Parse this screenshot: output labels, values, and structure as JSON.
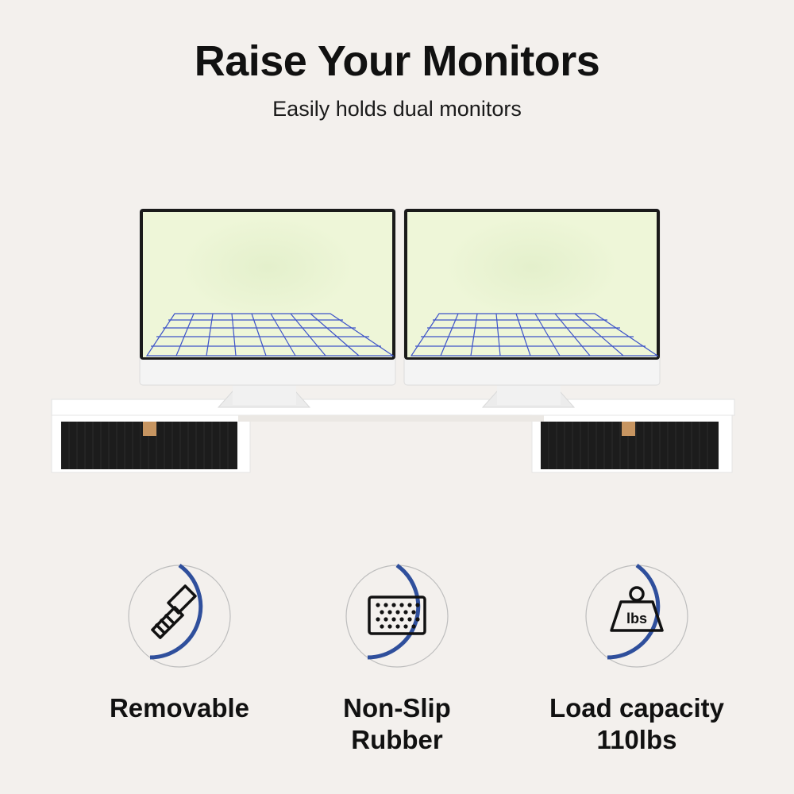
{
  "header": {
    "title": "Raise Your Monitors",
    "subtitle": "Easily holds dual monitors"
  },
  "features": [
    {
      "icon": "screw-icon",
      "lines": [
        "Removable"
      ]
    },
    {
      "icon": "rubber-pad-icon",
      "lines": [
        "Non-Slip",
        "Rubber"
      ]
    },
    {
      "icon": "weight-icon",
      "icon_text": "lbs",
      "lines": [
        "Load capacity",
        "110lbs"
      ]
    }
  ],
  "colors": {
    "background": "#f3f0ed",
    "accent_ring": "#2f4f9c",
    "screen": "#eef6d8",
    "grid": "#3d53c8",
    "drawer": "#1c1c1c",
    "handle": "#c79561"
  }
}
